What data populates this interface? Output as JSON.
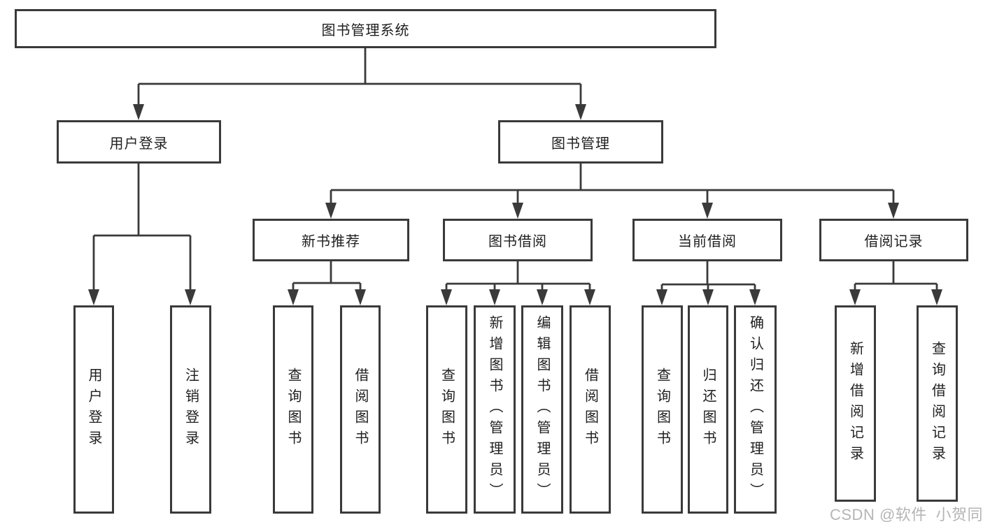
{
  "diagram": {
    "title": "图书管理系统",
    "nodes": {
      "root": "图书管理系统",
      "user_login": "用户登录",
      "book_management": "图书管理",
      "new_book_recommend": "新书推荐",
      "book_borrowing": "图书借阅",
      "current_borrowing": "当前借阅",
      "borrowing_records": "借阅记录",
      "leaf_user_login": "用户登录",
      "leaf_logout": "注销登录",
      "nb_query_books": "查询图书",
      "nb_borrow_books": "借阅图书",
      "bb_query_books": "查询图书",
      "bb_add_books_admin": "新增图书（管理员）",
      "bb_edit_books_admin": "编辑图书（管理员）",
      "bb_borrow_books": "借阅图书",
      "cb_query_books": "查询图书",
      "cb_return_books": "归还图书",
      "cb_confirm_return_admin": "确认归还（管理员）",
      "br_add_record": "新增借阅记录",
      "br_query_record": "查询借阅记录"
    },
    "watermark": "CSDN @软件_小贺同学",
    "colors": {
      "line": "#3a3a3a",
      "text": "#1f1f1f",
      "watermark": "#b5b5b5",
      "background": "#ffffff"
    }
  }
}
